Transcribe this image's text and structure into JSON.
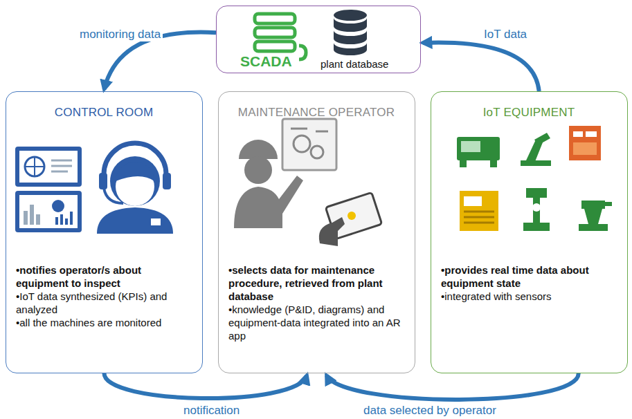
{
  "diagram": {
    "nodes": [
      {
        "text": [
          "SCADA",
          "plant database"
        ]
      },
      {
        "text": [
          "CONTROL ROOM",
          "•notifies operator/s about equipment to inspect",
          "•IoT data synthesized (KPIs) and analyzed",
          "•all the machines are monitored"
        ]
      },
      {
        "text": [
          "MAINTENANCE OPERATOR",
          "•selects data for maintenance procedure, retrieved from plant database",
          "•knowledge (P&ID, diagrams) and equipment-data integrated into an AR app"
        ]
      },
      {
        "text": [
          "IoT EQUIPMENT",
          "•provides real time data about equipment state",
          "•integrated with sensors"
        ]
      }
    ],
    "edges": [
      {
        "from": 0,
        "to": 1,
        "label": "monitoring data",
        "arrow": "to"
      },
      {
        "from": 3,
        "to": 0,
        "label": "IoT data",
        "arrow": "to"
      },
      {
        "from": 1,
        "to": 2,
        "label": "notification",
        "arrow": "to"
      },
      {
        "from": 3,
        "to": 2,
        "label": "data selected by operator",
        "arrow": "to"
      }
    ]
  }
}
